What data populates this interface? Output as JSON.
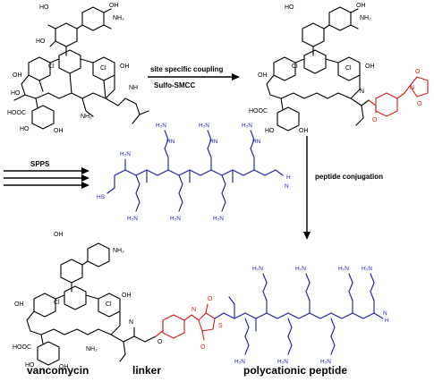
{
  "reactions": {
    "coupling_top": "site specific coupling",
    "coupling_bottom": "Sulfo-SMCC",
    "spps": "SPPS",
    "conjugation": "peptide conjugation"
  },
  "captions": {
    "vancomycin": "vancomycin",
    "linker": "linker",
    "peptide": "polycationic peptide"
  },
  "atoms": {
    "cl": "Cl",
    "nh2": "NH₂",
    "oh": "OH",
    "ho": "HO",
    "hooc": "HOOC",
    "nh": "NH",
    "h2n": "H₂N",
    "hs": "HS",
    "o": "O",
    "n": "N",
    "h": "H",
    "s": "S",
    "hn": "HN"
  },
  "colors": {
    "vancomycin": "#000000",
    "peptide": "#1a1aa8",
    "linker": "#d11b1b"
  }
}
